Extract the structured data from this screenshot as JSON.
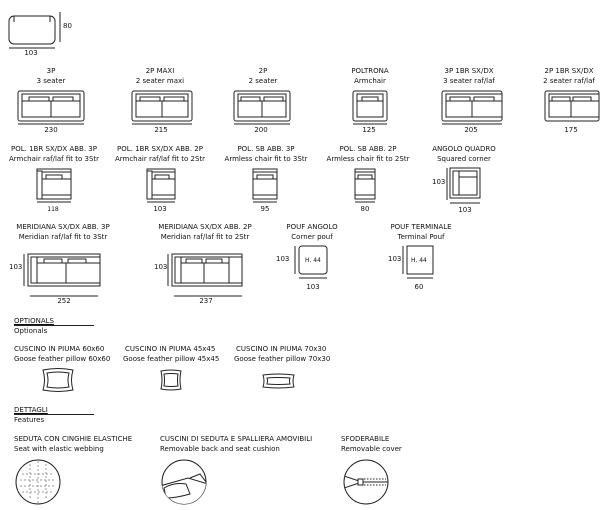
{
  "header": {
    "width": "103",
    "depth": "80"
  },
  "row1": [
    {
      "code": "3P",
      "name": "3 seater",
      "dim": "230"
    },
    {
      "code": "2P MAXI",
      "name": "2 seater maxi",
      "dim": "215"
    },
    {
      "code": "2P",
      "name": "2 seater",
      "dim": "200"
    },
    {
      "code": "POLTRONA",
      "name": "Armchair",
      "dim": "125"
    },
    {
      "code": "3P 1BR SX/DX",
      "name": "3 seater raf/laf",
      "dim": "205"
    },
    {
      "code": "2P 1BR SX/DX",
      "name": "2 seater raf/laf",
      "dim": "175"
    }
  ],
  "row2": [
    {
      "code": "POL. 1BR SX/DX ABB. 3P",
      "name": "Armchair raf/laf fit to 3Str",
      "dim": "118"
    },
    {
      "code": "POL. 1BR SX/DX ABB. 2P",
      "name": "Armchair raf/laf fit to 2Str",
      "dim": "103"
    },
    {
      "code": "POL. SB ABB. 3P",
      "name": "Armless chair fit to 3Str",
      "dim": "95"
    },
    {
      "code": "POL. SB ABB. 2P",
      "name": "Armless chair fit to 2Str",
      "dim": "80"
    },
    {
      "code": "ANGOLO QUADRO",
      "name": "Squared corner",
      "dim": "103",
      "depth": "103"
    }
  ],
  "row3": [
    {
      "code": "MERIDIANA SX/DX ABB. 3P",
      "name": "Meridian raf/laf fit to 3Str",
      "dim": "252",
      "depth": "103"
    },
    {
      "code": "MERIDIANA SX/DX ABB. 2P",
      "name": "Meridian raf/laf fit to 2Str",
      "dim": "237",
      "depth": "103"
    },
    {
      "code": "POUF ANGOLO",
      "name": "Corner pouf",
      "dim": "103",
      "depth": "103",
      "h": "H. 44"
    },
    {
      "code": "POUF TERMINALE",
      "name": "Terminal Pouf",
      "dim": "60",
      "depth": "103",
      "h": "H. 44"
    }
  ],
  "optionals": {
    "title": "OPTIONALS",
    "subtitle": "Optionals",
    "items": [
      {
        "code": "CUSCINO IN PIUMA 60x60",
        "name": "Goose feather pillow 60x60"
      },
      {
        "code": "CUSCINO IN PIUMA 45x45",
        "name": "Goose feather pillow 45x45"
      },
      {
        "code": "CUSCINO IN PIUMA 70x30",
        "name": "Goose feather pillow 70x30"
      }
    ]
  },
  "features": {
    "title": "DETTAGLI",
    "subtitle": "Features",
    "items": [
      {
        "code": "SEDUTA CON CINGHIE ELASTICHE",
        "name": "Seat with elastic webbing"
      },
      {
        "code": "CUSCINI DI SEDUTA E SPALLIERA AMOVIBILI",
        "name": "Removable back and seat cushion"
      },
      {
        "code": "SFODERABILE",
        "name": "Removable cover"
      }
    ]
  }
}
